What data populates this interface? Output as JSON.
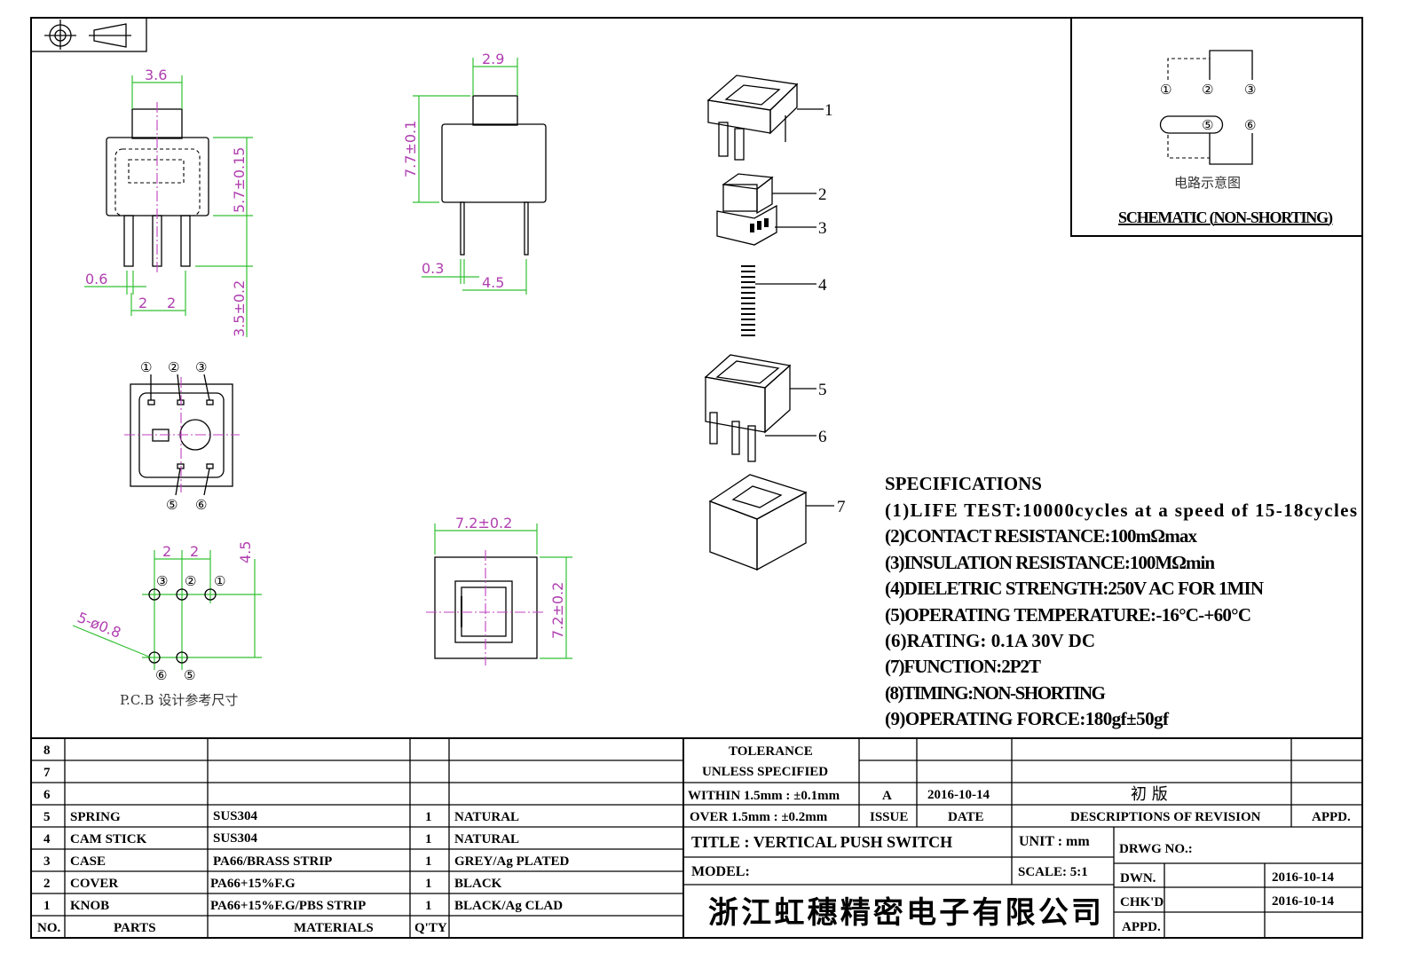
{
  "views": {
    "front": {
      "width_dim": "3.6",
      "height_dim": "5.7±0.15",
      "pin_len_dim": "3.5±0.2",
      "pin_w_dim": "0.6",
      "pitch_a": "2",
      "pitch_b": "2"
    },
    "side": {
      "width_dim": "2.9",
      "height_dim": "7.7±0.1",
      "pin_w_dim": "0.3",
      "pin_pitch_dim": "4.5"
    },
    "bottom": {
      "pins_top": [
        "①",
        "②",
        "③"
      ],
      "pins_bottom": [
        "⑤",
        "⑥"
      ]
    },
    "pcb": {
      "pitch_a": "2",
      "pitch_b": "2",
      "row_dim": "4.5",
      "hole_dim": "5-ø0.8",
      "labels_top": [
        "③",
        "②",
        "①"
      ],
      "labels_bottom": [
        "⑥",
        "⑤"
      ],
      "caption": "P.C.B 设计参考尺寸"
    },
    "top": {
      "width_dim": "7.2±0.2",
      "height_dim": "7.2±0.2"
    }
  },
  "exploded_parts": [
    "1",
    "2",
    "3",
    "4",
    "5",
    "6",
    "7"
  ],
  "schematic": {
    "pins": [
      "①",
      "②",
      "③",
      "⑤",
      "⑥"
    ],
    "caption_cn": "电路示意图",
    "title": "SCHEMATIC (NON-SHORTING)"
  },
  "specifications": {
    "heading": "SPECIFICATIONS",
    "items": [
      "(1)LIFE TEST:10000cycles at a speed of 15-18cycles",
      "(2)CONTACT RESISTANCE:100mΩmax",
      "(3)INSULATION RESISTANCE:100MΩmin",
      "(4)DIELETRIC STRENGTH:250V AC FOR 1MIN",
      "(5)OPERATING TEMPERATURE:-16°C-+60°C",
      "(6)RATING: 0.1A 30V DC",
      "(7)FUNCTION:2P2T",
      "(8)TIMING:NON-SHORTING",
      "(9)OPERATING FORCE:180gf±50gf"
    ]
  },
  "bom": {
    "headers": {
      "no": "NO.",
      "parts": "PARTS",
      "materials": "MATERIALS",
      "qty": "Q'TY"
    },
    "rows": [
      {
        "no": "8",
        "part": "",
        "material": "",
        "qty": "",
        "finish": ""
      },
      {
        "no": "7",
        "part": "",
        "material": "",
        "qty": "",
        "finish": ""
      },
      {
        "no": "6",
        "part": "",
        "material": "",
        "qty": "",
        "finish": ""
      },
      {
        "no": "5",
        "part": "SPRING",
        "material": "SUS304",
        "qty": "1",
        "finish": "NATURAL"
      },
      {
        "no": "4",
        "part": "CAM STICK",
        "material": "SUS304",
        "qty": "1",
        "finish": "NATURAL"
      },
      {
        "no": "3",
        "part": "CASE",
        "material": "PA66/BRASS STRIP",
        "qty": "1",
        "finish": "GREY/Ag PLATED"
      },
      {
        "no": "2",
        "part": "COVER",
        "material": "PA66+15%F.G",
        "qty": "1",
        "finish": "BLACK"
      },
      {
        "no": "1",
        "part": "KNOB",
        "material": "PA66+15%F.G/PBS STRIP",
        "qty": "1",
        "finish": "BLACK/Ag CLAD"
      }
    ]
  },
  "title_block": {
    "tolerance_l1": "TOLERANCE",
    "tolerance_l2": "UNLESS  SPECIFIED",
    "within": "WITHIN 1.5mm : ±0.1mm",
    "over": "OVER 1.5mm : ±0.2mm",
    "issue_value": "A",
    "date_value": "2016-10-14",
    "revision_desc": "初  版",
    "issue_label": "ISSUE",
    "date_label": "DATE",
    "desc_label": "DESCRIPTIONS OF REVISION",
    "appd_label": "APPD.",
    "title": "TITLE :  VERTICAL PUSH SWITCH",
    "unit": "UNIT :  mm",
    "model": "MODEL:",
    "scale": "SCALE:  5:1",
    "drwg_no": "DRWG NO.:",
    "dwn": "DWN.",
    "dwn_date": "2016-10-14",
    "chkd": "CHK'D",
    "chkd_date": "2016-10-14",
    "appd": "APPD.",
    "company": "浙江虹穗精密电子有限公司"
  }
}
